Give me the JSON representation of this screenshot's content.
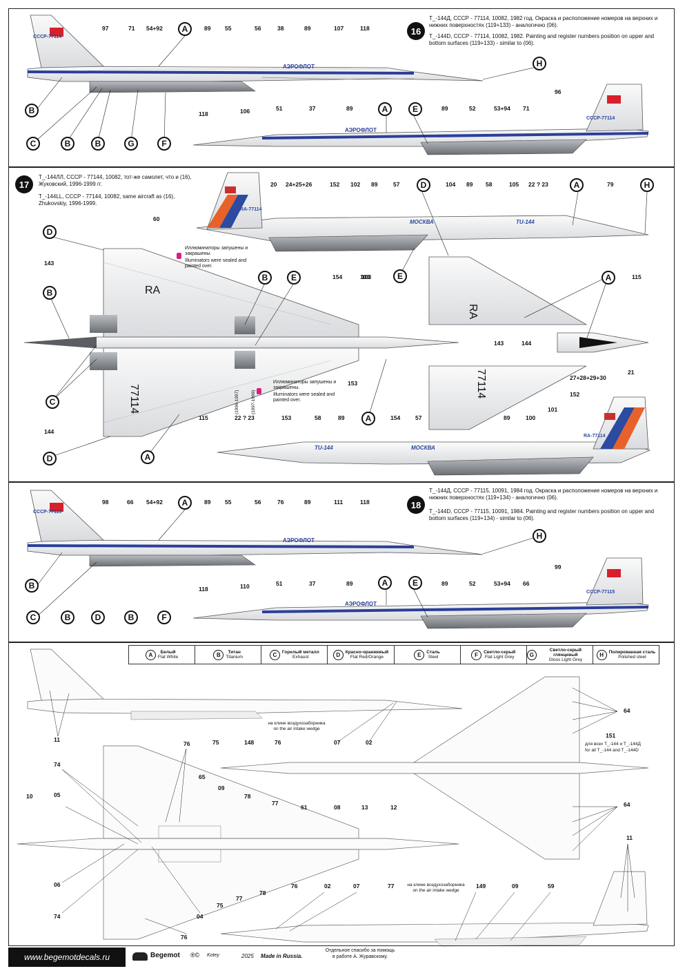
{
  "sections": {
    "s16": {
      "number": "16",
      "note_ru": "Т_-144Д, СССР - 77114, 10082,  1982 год. Окраска и  расположение номеров на верхних и нижних поверхностях (119+133) - аналогично (06).",
      "note_en": "T_-144D, CCCP - 77114, 10082, 1982.  Painting and register numbers position on upper and bottom surfaces (119+133) - similar to (06).",
      "top_reg": "CCCP-77114",
      "bottom_reg": "CCCP-77114",
      "top_brand": "АЭРОФЛОТ",
      "bottom_brand": "АЭРОФЛОТ",
      "top_callouts": [
        "97",
        "71",
        "54+92",
        "89",
        "55",
        "56",
        "38",
        "89",
        "107",
        "118"
      ],
      "bottom_callouts": [
        "96",
        "118",
        "106",
        "51",
        "37",
        "89",
        "89",
        "52",
        "53+94",
        "71"
      ],
      "top_letters": [
        "A",
        "H",
        "B",
        "C",
        "B",
        "B",
        "G",
        "F"
      ],
      "bottom_letters": [
        "A",
        "E"
      ]
    },
    "s17": {
      "number": "17",
      "note_ru": "Т_-144ЛЛ, СССР - 77144, 10082, тот-же самолет, что и (16), Жуковский, 1996-1999 гг.",
      "note_en": "T_-144LL, CCCP - 77144, 10082, same aircraft as (16), Zhukovskiy, 1996-1999.",
      "top_reg": "RA-77114",
      "bottom_reg": "RA-77114",
      "top_brand": "МОСКВА",
      "top_type": "TU-144",
      "bottom_brand": "МОСКВА",
      "bottom_type": "TU-144",
      "top_callouts": [
        "20",
        "24+25+26",
        "152",
        "102",
        "89",
        "57",
        "104",
        "89",
        "58",
        "105",
        "22 ? 23",
        "79",
        "60",
        "103"
      ],
      "top_letters": [
        "D",
        "A",
        "H",
        "E"
      ],
      "illum_note_1_ru": "Иллюминаторы запушены и закрашены.",
      "illum_note_1_en": "Illuminators were sealed and painted over.",
      "illum_note_2_ru": "Иллюминаторы  запушены и закрашены.",
      "illum_note_2_en": "Illuminators were sealed and painted over.",
      "plan_callouts": [
        "143",
        "154",
        "103",
        "153",
        "144",
        "115",
        "143",
        "144"
      ],
      "plan_letters": [
        "D",
        "B",
        "B",
        "E",
        "C",
        "D",
        "A",
        "A",
        "A"
      ],
      "wing_reg_ra": "RA",
      "wing_reg_num": "77114",
      "detail_reg_ra": "RA",
      "detail_reg_num": "77114",
      "years_1": "(1996-1997)",
      "years_2": "(1997-1999)",
      "bottom_callouts": [
        "115",
        "22 ? 23",
        "153",
        "58",
        "89",
        "154",
        "57",
        "89",
        "100",
        "101",
        "152",
        "27+28+29+30",
        "21"
      ]
    },
    "s18": {
      "number": "18",
      "note_ru": "Т_-144Д, СССР - 77115, 10091,  1984 год. Окраска и  расположение номеров на верхних и нижних поверхностях (119+134) - аналогично (06).",
      "note_en": "T_-144D, CCCP - 77115, 10091, 1984.  Painting and register numbers position on upper and bottom surfaces (119+134) - similar to (06).",
      "top_reg": "CCCP-77115",
      "bottom_reg": "CCCP-77115",
      "top_brand": "АЭРОФЛОТ",
      "bottom_brand": "АЭРОФЛОТ",
      "top_callouts": [
        "98",
        "66",
        "54+92",
        "89",
        "55",
        "56",
        "76",
        "89",
        "111",
        "118"
      ],
      "bottom_callouts": [
        "99",
        "118",
        "110",
        "51",
        "37",
        "89",
        "89",
        "52",
        "53+94",
        "66"
      ],
      "top_letters": [
        "A",
        "H",
        "B",
        "C",
        "B",
        "D",
        "B",
        "F"
      ],
      "bottom_letters": [
        "A",
        "E"
      ]
    }
  },
  "legend": [
    {
      "letter": "A",
      "ru": "Белый",
      "en": "Flat White"
    },
    {
      "letter": "B",
      "ru": "Титан",
      "en": "Titanium"
    },
    {
      "letter": "C",
      "ru": "Горелый металл",
      "en": "Exhaust"
    },
    {
      "letter": "D",
      "ru": "Красно-оранжевый",
      "en": "Flat Red/Orange"
    },
    {
      "letter": "E",
      "ru": "Сталь",
      "en": "Steel"
    },
    {
      "letter": "F",
      "ru": "Светло-серый",
      "en": "Flat Light Grey"
    },
    {
      "letter": "G",
      "ru": "Светло-серый глянцевый",
      "en": "Gloss Light Grey"
    },
    {
      "letter": "H",
      "ru": "Полированная сталь",
      "en": "Polished steel"
    }
  ],
  "stencils": {
    "side_callouts": [
      "11",
      "75",
      "148",
      "76",
      "07",
      "02"
    ],
    "intake_note_ru": "на клине воздухозаборника",
    "intake_note_en": "on the air intake wedge",
    "plan_callouts": [
      "76",
      "74",
      "65",
      "09",
      "78",
      "77",
      "61",
      "08",
      "13",
      "12",
      "10",
      "05",
      "06",
      "74",
      "75",
      "77",
      "78",
      "76",
      "04",
      "76"
    ],
    "right_callouts": [
      "64",
      "151",
      "64",
      "11"
    ],
    "note_151_ru": "для всех Т_-144 и Т_-144Д",
    "note_151_en": "for all T_-144 and T_-144D",
    "bottom_side_callouts": [
      "02",
      "07",
      "77",
      "149",
      "09",
      "59"
    ],
    "intake_note2_ru": "на клине воздухозаборника",
    "intake_note2_en": "on the air intake wedge"
  },
  "footer": {
    "url": "www.begemotdecals.ru",
    "brand": "Begemot",
    "marks": "®©",
    "author": "Kotey",
    "year": "2025",
    "made": "Made in Russia.",
    "thanks_1": "Отдельное спасибо за помощь",
    "thanks_2": "в работе А. Журавскому."
  },
  "colors": {
    "aeroflot_blue": "#2b3f9a",
    "flag_red": "#d8202a",
    "ra_orange": "#e8612a",
    "ra_blue": "#2b4aa0",
    "steel_grey": "#9a9ea3",
    "dark_grey": "#5a5e63"
  }
}
